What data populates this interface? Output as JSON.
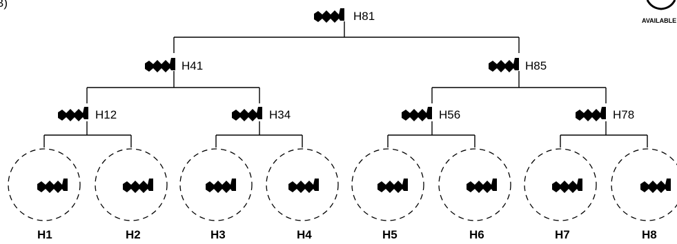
{
  "figure_tag": "B)",
  "corner_badge": {
    "label": "AVAILABLE"
  },
  "nodes": {
    "root": "H81",
    "level1": [
      "H41",
      "H85"
    ],
    "level2": [
      "H12",
      "H34",
      "H56",
      "H78"
    ],
    "leaves": [
      "H1",
      "H2",
      "H3",
      "H4",
      "H5",
      "H6",
      "H7",
      "H8"
    ]
  },
  "icon": "wavy-block-icon"
}
